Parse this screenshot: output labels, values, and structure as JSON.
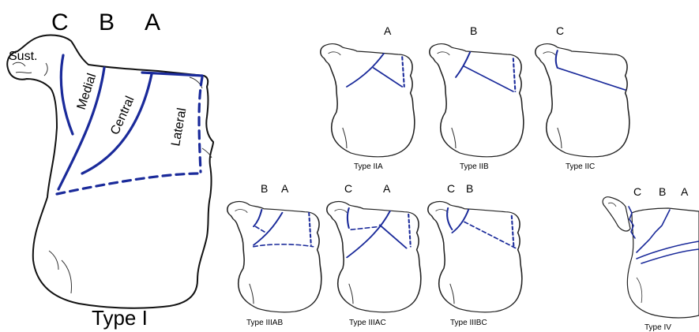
{
  "main_figure": {
    "column_letters": [
      "C",
      "B",
      "A"
    ],
    "regions": {
      "sust": "Sust.",
      "medial": "Medial",
      "central": "Central",
      "lateral": "Lateral"
    },
    "caption": "Type I"
  },
  "type_ii": [
    {
      "letter": "A",
      "caption": "Type IIA"
    },
    {
      "letter": "B",
      "caption": "Type IIB"
    },
    {
      "letter": "C",
      "caption": "Type IIC"
    }
  ],
  "type_iii": [
    {
      "letters": [
        "B",
        "A"
      ],
      "caption": "Type IIIAB"
    },
    {
      "letters": [
        "C",
        "A"
      ],
      "caption": "Type IIIAC"
    },
    {
      "letters": [
        "C",
        "B"
      ],
      "caption": "Type IIIBC"
    }
  ],
  "type_iv": {
    "letters": [
      "C",
      "B",
      "A"
    ],
    "caption": "Type IV"
  },
  "colors": {
    "fracture_line": "#1a2a9a",
    "outline": "#222222",
    "background": "#ffffff"
  }
}
